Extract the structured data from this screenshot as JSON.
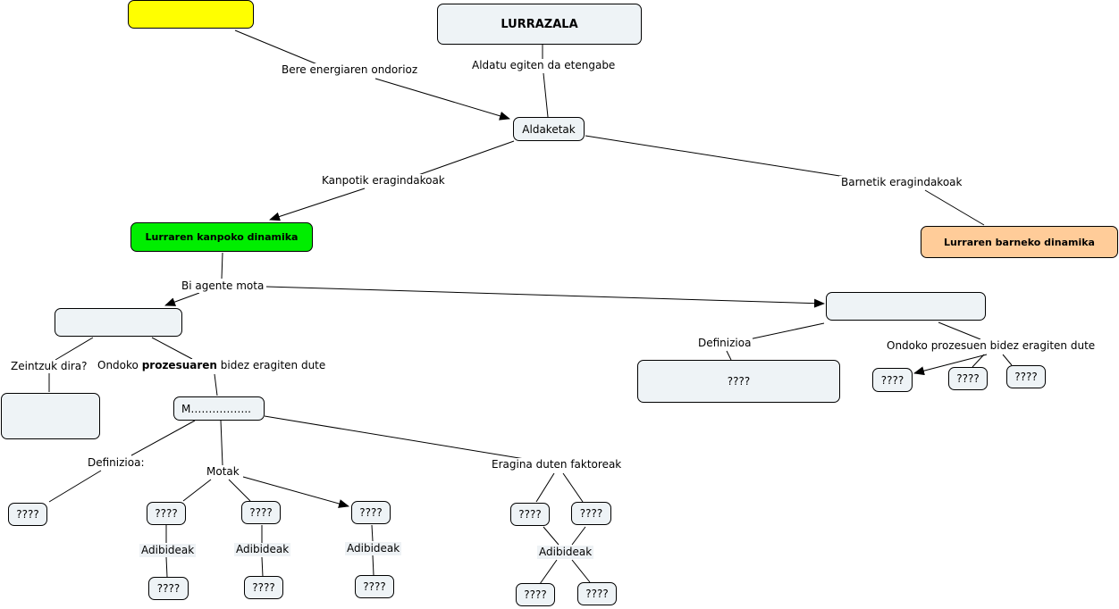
{
  "colors": {
    "node_fill": "#eef3f6",
    "yellow": "#ffff00",
    "green": "#00ee00",
    "peach": "#ffcc99",
    "line": "#000000"
  },
  "nodes": {
    "lurrazala": "LURRAZALA",
    "aldaketak": "Aldaketak",
    "kanpoko": "Lurraren kanpoko dinamika",
    "barneko": "Lurraren barneko dinamika",
    "m_node": "M……………..",
    "right_def": "????",
    "q": "????"
  },
  "labels": {
    "bere": "Bere energiaren ondorioz",
    "aldatu": "Aldatu egiten da etengabe",
    "kanpotik": "Kanpotik eragindakoak",
    "barnetik": "Barnetik eragindakoak",
    "bi_agente": "Bi agente mota",
    "zeintzuk": "Zeintzuk dira?",
    "ondoko_a": "Ondoko ",
    "ondoko_b": "prozesuaren",
    "ondoko_c": " bidez eragiten dute",
    "definizioa_left": "Definizioa:",
    "motak": "Motak",
    "eragina": "Eragina duten faktoreak",
    "adibideak": "Adibideak",
    "definizioa_right": "Definizioa",
    "ondoko_right": "Ondoko prozesuen bidez eragiten dute"
  }
}
